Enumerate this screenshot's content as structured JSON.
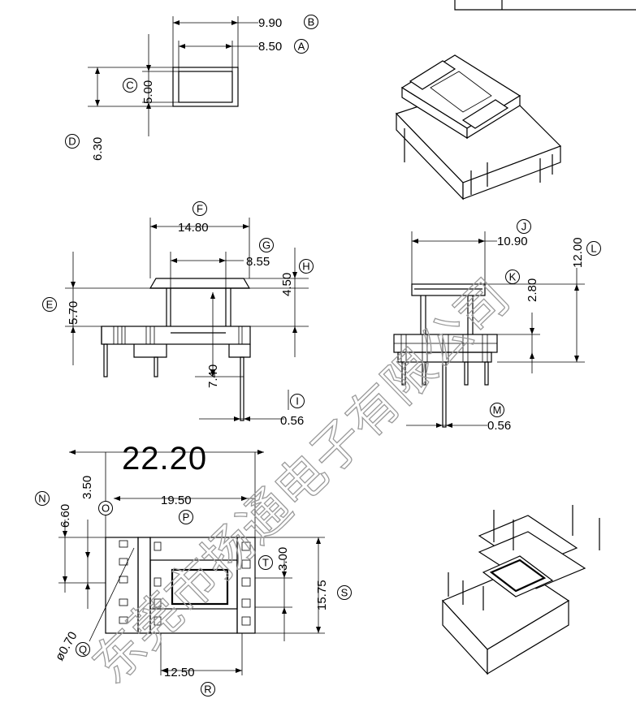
{
  "watermark": "东莞市扬通电子有限公司",
  "labels": {
    "A": "A",
    "B": "B",
    "C": "C",
    "D": "D",
    "E": "E",
    "F": "F",
    "G": "G",
    "H": "H",
    "I": "I",
    "J": "J",
    "K": "K",
    "L": "L",
    "M": "M",
    "N": "N",
    "O": "O",
    "P": "P",
    "Q": "Q",
    "R": "R",
    "S": "S",
    "T": "T"
  },
  "dims": {
    "B": "9.90",
    "A": "8.50",
    "C": "5.00",
    "D": "6.30",
    "F": "14.80",
    "G": "8.55",
    "H": "4.50",
    "E": "5.70",
    "v740": "7.40",
    "I": "0.56",
    "J": "10.90",
    "L": "12.00",
    "K": "2.80",
    "M": "0.56",
    "big": "22.20",
    "P": "19.50",
    "N": "6.60",
    "O": "3.50",
    "T": "3.00",
    "S": "15.75",
    "Q": "ø0.70",
    "R": "12.50"
  }
}
